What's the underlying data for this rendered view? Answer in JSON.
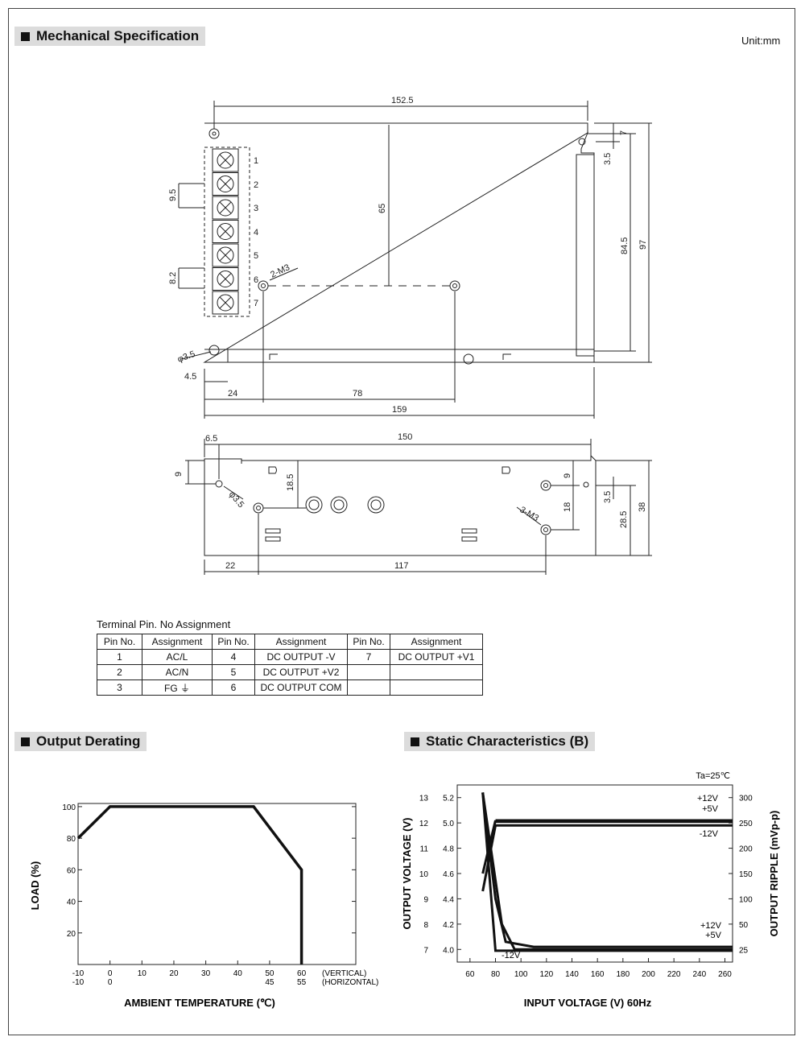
{
  "headers": {
    "mechanical": "Mechanical Specification",
    "derating": "Output Derating",
    "static": "Static Characteristics (B)"
  },
  "unit": "Unit:mm",
  "top_view": {
    "dims": [
      "152.5",
      "65",
      "9.5",
      "8.2",
      "2-M3",
      "3.5",
      "7",
      "84.5",
      "97",
      "4.5",
      "24",
      "78",
      "159"
    ],
    "phi35": "φ3.5",
    "pins": [
      "1",
      "2",
      "3",
      "4",
      "5",
      "6",
      "7"
    ]
  },
  "side_view": {
    "dims": [
      "6.5",
      "150",
      "9",
      "18.5",
      "9",
      "3.5",
      "18",
      "28.5",
      "38",
      "3-M3",
      "22",
      "117"
    ],
    "phi35": "φ3.5"
  },
  "pin_table": {
    "title": "Terminal Pin. No  Assignment",
    "headers": [
      "Pin No.",
      "Assignment",
      "Pin No.",
      "Assignment",
      "Pin No.",
      "Assignment"
    ],
    "rows": [
      [
        "1",
        "AC/L",
        "4",
        "DC OUTPUT -V",
        "7",
        "DC OUTPUT +V1"
      ],
      [
        "2",
        "AC/N",
        "5",
        "DC OUTPUT +V2",
        "",
        ""
      ],
      [
        "3",
        "FG ⏚",
        "6",
        "DC OUTPUT COM",
        "",
        ""
      ]
    ]
  },
  "chart_data": [
    {
      "type": "line",
      "title": "Output Derating",
      "xlabel": "AMBIENT TEMPERATURE (℃)",
      "ylabel": "LOAD (%)",
      "x_ticks_vertical": [
        "-10",
        "0",
        "10",
        "20",
        "30",
        "40",
        "50",
        "60"
      ],
      "x_ticks_horizontal": [
        "-10",
        "0",
        "",
        "",
        "",
        "",
        "45",
        "55"
      ],
      "x_tick_suffix_vertical": "(VERTICAL)",
      "x_tick_suffix_horizontal": "(HORIZONTAL)",
      "y_ticks": [
        "20",
        "40",
        "60",
        "80",
        "100"
      ],
      "xlim": [
        -10,
        77
      ],
      "ylim": [
        0,
        102
      ],
      "series": [
        {
          "x": [
            -10,
            0,
            45,
            60,
            60
          ],
          "y": [
            80,
            100,
            100,
            60,
            0
          ]
        }
      ]
    },
    {
      "type": "line",
      "title": "Static Characteristics (B)",
      "condition": "Ta=25℃",
      "xlabel": "INPUT VOLTAGE (V) 60Hz",
      "ylabel_left": "OUTPUT VOLTAGE (V)",
      "ylabel_right": "OUTPUT RIPPLE (mVp-p)",
      "x_ticks": [
        "60",
        "80",
        "100",
        "120",
        "140",
        "160",
        "180",
        "200",
        "220",
        "240",
        "260"
      ],
      "y_left_outer_ticks": [
        "7",
        "8",
        "9",
        "10",
        "11",
        "12",
        "13"
      ],
      "y_left_inner_ticks": [
        "4.0",
        "4.2",
        "4.4",
        "4.6",
        "4.8",
        "5.0",
        "5.2"
      ],
      "y_right_ticks": [
        "25",
        "50",
        "100",
        "150",
        "200",
        "250",
        "300"
      ],
      "xlim": [
        50,
        266
      ],
      "ylim_12v": [
        6.5,
        13.5
      ],
      "series_labels": {
        "voltage_top": [
          "+12V",
          "+5V"
        ],
        "voltage_bottom": [
          "-12V"
        ],
        "ripple_top": [
          "+12V",
          "+5V"
        ],
        "ripple_bottom": [
          "-12V"
        ]
      },
      "series": [
        {
          "x": [
            80,
            266
          ],
          "y": [
            12.1,
            12.1
          ]
        },
        {
          "x": [
            80,
            266
          ],
          "y": [
            12.05,
            12.05
          ]
        },
        {
          "x": [
            80,
            266
          ],
          "y": [
            11.9,
            11.9
          ]
        },
        {
          "x": [
            70,
            80
          ],
          "y": [
            9.3,
            11.9
          ]
        },
        {
          "x": [
            70,
            80
          ],
          "y": [
            10.0,
            12.1
          ]
        },
        {
          "x": [
            70,
            80,
            88,
            110,
            266
          ],
          "y": [
            13.2,
            9.0,
            7.3,
            7.1,
            7.1
          ]
        },
        {
          "x": [
            70,
            85,
            95,
            266
          ],
          "y": [
            13.2,
            8.0,
            7.0,
            7.0
          ]
        },
        {
          "x": [
            70,
            80,
            266
          ],
          "y": [
            13.2,
            6.95,
            6.95
          ]
        }
      ]
    }
  ]
}
